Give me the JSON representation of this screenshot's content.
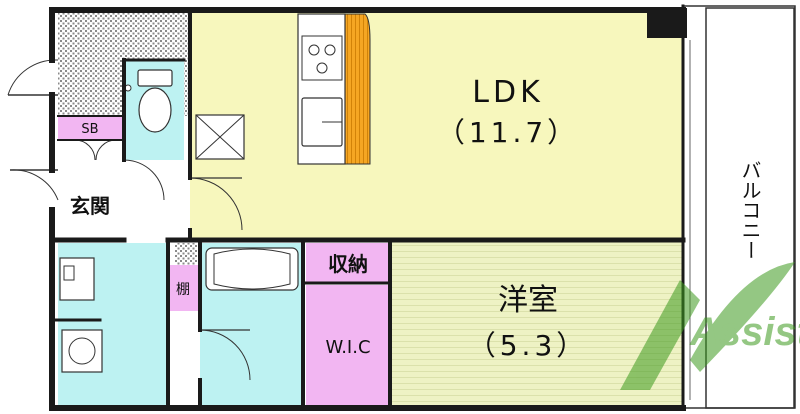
{
  "rooms": {
    "ldk": {
      "name": "LDK",
      "size": "（11.7）"
    },
    "western": {
      "name": "洋室",
      "size": "（5.3）"
    },
    "wic": {
      "name": "W.I.C"
    },
    "storage": {
      "name": "収納"
    },
    "entrance": {
      "name": "玄関"
    },
    "sb": {
      "name": "SB"
    },
    "shelf": {
      "name": "棚"
    },
    "balcony": {
      "name": "バルコニー"
    }
  },
  "watermark": {
    "text": "Assist"
  },
  "colors": {
    "ldk": "#f7f7bd",
    "western": "#eef2c4",
    "wet_area": "#bdf2f2",
    "closet": "#f2b6f2",
    "wall": "#1a1a1a",
    "hatch": "#9a9a9a",
    "counter": "#f5a623",
    "watermark": "#3d9a1e"
  }
}
